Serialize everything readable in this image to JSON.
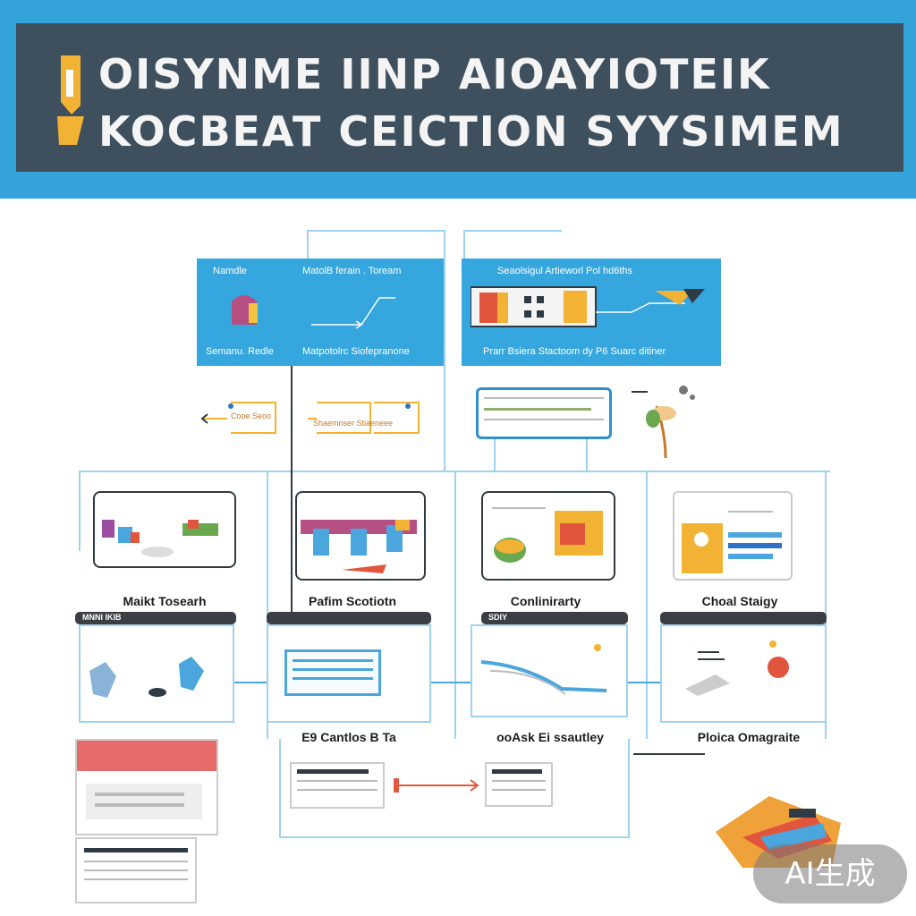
{
  "banner": {
    "title_line1": "OISYNME IINP AIOAYIOTEIK",
    "title_line2": "KOCBEAT CEICTION SYYSIMEM"
  },
  "top_panels": {
    "left_a_title": "Namdle",
    "left_a_caption": "Semanu. Redle",
    "left_b_title": "MatolB ferain . Toream",
    "left_b_caption": "Matpotolrc Siofepranone",
    "right_title": "Seaolsigul Artieworl Pol hd6ths",
    "right_caption": "Prarr Bsiera Stactoom dy P6 Suarc ditiner"
  },
  "mid_labels": {
    "left_note": "Cooe Seoo",
    "right_note": "Shaemnser Stiaeneee"
  },
  "cards": [
    {
      "label": "Maikt Tosearh",
      "bar": "MNNI IKIB"
    },
    {
      "label": "Pafim Scotiotn",
      "bar": ""
    },
    {
      "label": "Conlinirarty",
      "bar": "SDIY"
    },
    {
      "label": "Choal Staigy",
      "bar": ""
    }
  ],
  "bottom_labels": {
    "a": "E9 Cantlos B Ta",
    "b": "ooAsk Ei ssautley",
    "c": "Ploica Omagraite"
  },
  "watermark": "AI生成",
  "colors": {
    "banner_blue": "#33a3da",
    "banner_dark": "#3e4f5e",
    "panel_blue": "#35a6de",
    "connector_red": "#e0593f"
  }
}
